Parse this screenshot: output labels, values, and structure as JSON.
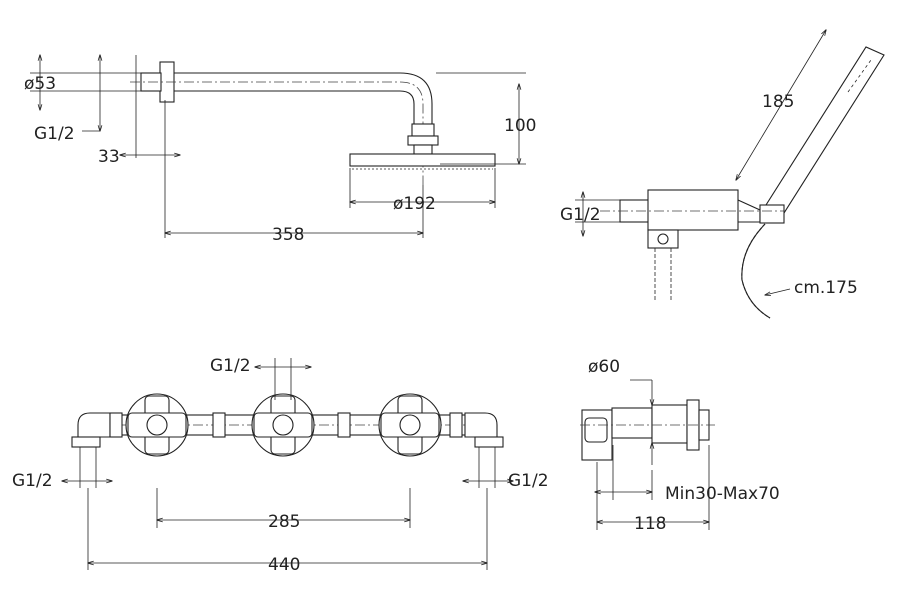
{
  "shower_arm": {
    "d53": "ø53",
    "thread": "G1/2",
    "depth": "33",
    "height": "100",
    "head_diameter": "ø192",
    "reach": "358"
  },
  "hand_shower": {
    "length": "185",
    "thread": "G1/2",
    "hose": "cm.175"
  },
  "mixer_front": {
    "thread_top": "G1/2",
    "thread_left": "G1/2",
    "thread_right": "G1/2",
    "spacing": "285",
    "overall": "440"
  },
  "mixer_side": {
    "d60": "ø60",
    "wall_range": "Min30-Max70",
    "depth": "118"
  }
}
